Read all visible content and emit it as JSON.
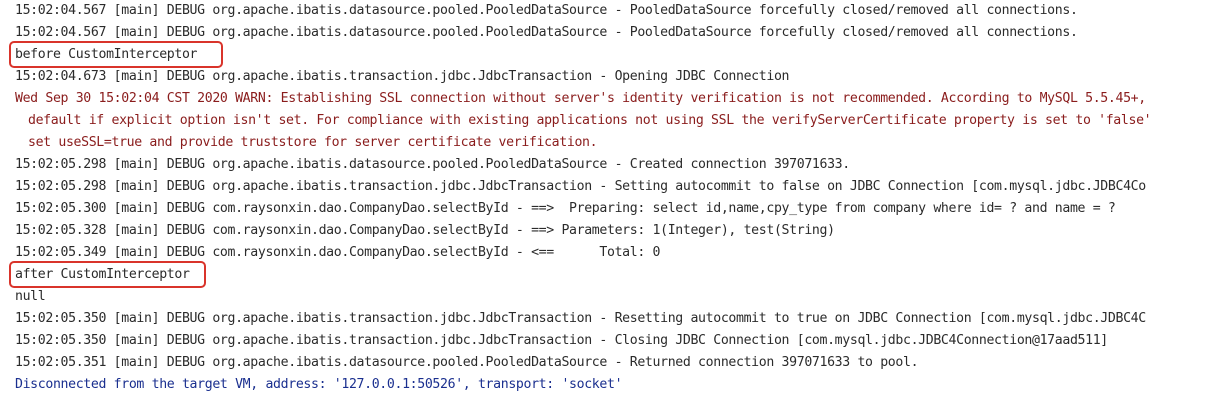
{
  "console": {
    "lines": [
      {
        "text": "15:02:04.567 [main] DEBUG org.apache.ibatis.datasource.pooled.PooledDataSource - PooledDataSource forcefully closed/removed all connections.",
        "kind": "log"
      },
      {
        "text": "15:02:04.567 [main] DEBUG org.apache.ibatis.datasource.pooled.PooledDataSource - PooledDataSource forcefully closed/removed all connections.",
        "kind": "log"
      },
      {
        "text": "before CustomInterceptor",
        "kind": "out"
      },
      {
        "text": "15:02:04.673 [main] DEBUG org.apache.ibatis.transaction.jdbc.JdbcTransaction - Opening JDBC Connection",
        "kind": "log"
      },
      {
        "text": "Wed Sep 30 15:02:04 CST 2020 WARN: Establishing SSL connection without server's identity verification is not recommended. According to MySQL 5.5.45+,",
        "kind": "warn"
      },
      {
        "text": "default if explicit option isn't set. For compliance with existing applications not using SSL the verifyServerCertificate property is set to 'false'",
        "kind": "warn"
      },
      {
        "text": "set useSSL=true and provide truststore for server certificate verification.",
        "kind": "warn"
      },
      {
        "text": "15:02:05.298 [main] DEBUG org.apache.ibatis.datasource.pooled.PooledDataSource - Created connection 397071633.",
        "kind": "log"
      },
      {
        "text": "15:02:05.298 [main] DEBUG org.apache.ibatis.transaction.jdbc.JdbcTransaction - Setting autocommit to false on JDBC Connection [com.mysql.jdbc.JDBC4Co",
        "kind": "log"
      },
      {
        "text": "15:02:05.300 [main] DEBUG com.raysonxin.dao.CompanyDao.selectById - ==>  Preparing: select id,name,cpy_type from company where id= ? and name = ?",
        "kind": "log"
      },
      {
        "text": "15:02:05.328 [main] DEBUG com.raysonxin.dao.CompanyDao.selectById - ==> Parameters: 1(Integer), test(String)",
        "kind": "log"
      },
      {
        "text": "15:02:05.349 [main] DEBUG com.raysonxin.dao.CompanyDao.selectById - <==      Total: 0",
        "kind": "log"
      },
      {
        "text": "after CustomInterceptor",
        "kind": "out"
      },
      {
        "text": "null",
        "kind": "out"
      },
      {
        "text": "15:02:05.350 [main] DEBUG org.apache.ibatis.transaction.jdbc.JdbcTransaction - Resetting autocommit to true on JDBC Connection [com.mysql.jdbc.JDBC4C",
        "kind": "log"
      },
      {
        "text": "15:02:05.350 [main] DEBUG org.apache.ibatis.transaction.jdbc.JdbcTransaction - Closing JDBC Connection [com.mysql.jdbc.JDBC4Connection@17aad511]",
        "kind": "log"
      },
      {
        "text": "15:02:05.351 [main] DEBUG org.apache.ibatis.datasource.pooled.PooledDataSource - Returned connection 397071633 to pool.",
        "kind": "log"
      },
      {
        "text": "Disconnected from the target VM, address: '127.0.0.1:50526', transport: 'socket'",
        "kind": "sys"
      }
    ]
  },
  "colors": {
    "log_text": "#2b2b2b",
    "warn_text": "#8a1c1c",
    "system_text": "#1a2f8f",
    "highlight_border": "#d9342b",
    "background": "#ffffff"
  }
}
